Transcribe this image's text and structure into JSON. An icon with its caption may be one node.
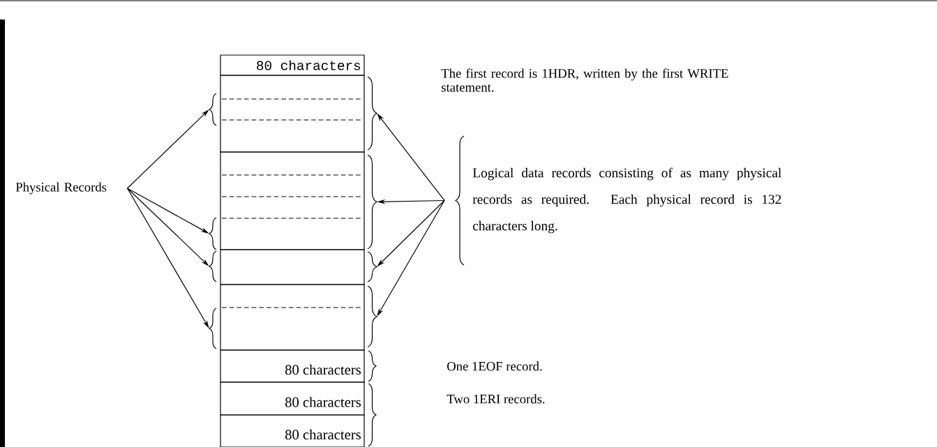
{
  "diagram": {
    "nodes": [
      {
        "text": [
          "80 characters"
        ]
      },
      {
        "text": [
          "The first record is 1HDR, written by the first WRITE statement."
        ]
      },
      {
        "text": [
          "Physical Records"
        ]
      },
      {
        "text": [],
        "shape": "box"
      },
      {
        "text": [],
        "shape": "box"
      },
      {
        "text": [],
        "shape": "box"
      },
      {
        "text": [],
        "shape": "box"
      },
      {
        "text": [],
        "shape": "brace"
      },
      {
        "text": [],
        "shape": "brace"
      },
      {
        "text": [],
        "shape": "brace"
      },
      {
        "text": [],
        "shape": "brace"
      },
      {
        "text": [],
        "shape": "brace"
      },
      {
        "text": [],
        "shape": "brace"
      },
      {
        "text": [],
        "shape": "brace"
      },
      {
        "text": [],
        "shape": "brace"
      },
      {
        "text": [
          "Logical data records consisting of as many physical records as required. Each physical record is 132 characters long."
        ]
      },
      {
        "text": [
          "80 characters"
        ]
      },
      {
        "text": [
          "80 characters"
        ]
      },
      {
        "text": [
          "80 characters"
        ]
      }
    ],
    "edges": [
      {
        "from": 2,
        "to": 7,
        "arrow": "to"
      },
      {
        "from": 2,
        "to": 8,
        "arrow": "to"
      },
      {
        "from": 2,
        "to": 9,
        "arrow": "to"
      },
      {
        "from": 2,
        "to": 10,
        "arrow": "to"
      },
      {
        "from": 15,
        "to": 11,
        "arrow": "to"
      },
      {
        "from": 15,
        "to": 12,
        "arrow": "to"
      },
      {
        "from": 15,
        "to": 13,
        "arrow": "to"
      },
      {
        "from": 15,
        "to": 14,
        "arrow": "to"
      }
    ],
    "labels": [
      "One 1EOF record.",
      "Two 1ERI records."
    ]
  }
}
